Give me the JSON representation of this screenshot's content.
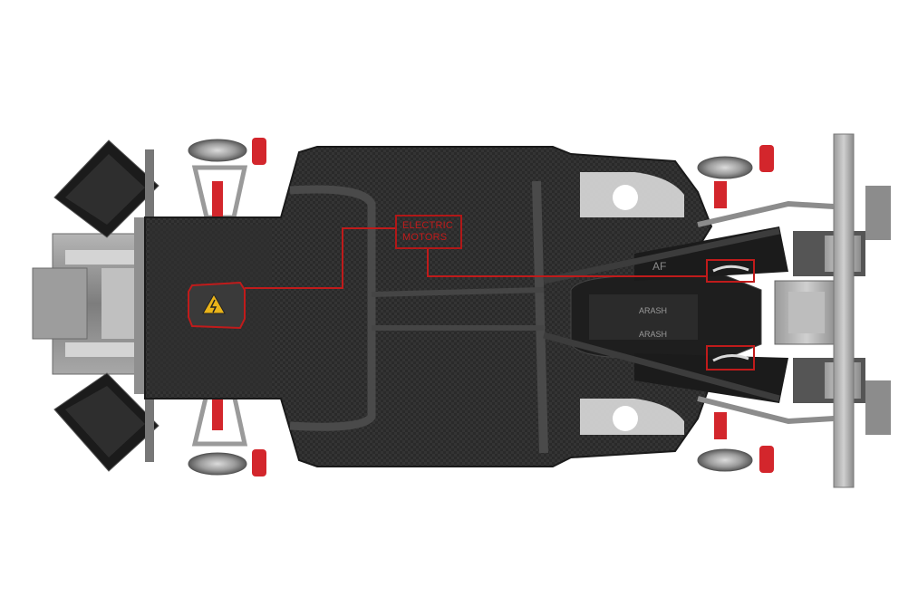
{
  "callout": {
    "line1": "ELECTRIC",
    "line2": "MOTORS"
  },
  "branding": {
    "engine_cover_text": "ARASH",
    "rear_wing_text": "AF"
  },
  "colors": {
    "background": "#ffffff",
    "carbon": "#2b2b2b",
    "carbon_light": "#3a3a3a",
    "aluminium": "#8c8c8c",
    "highlight_red": "#c01b1b",
    "caliper_red": "#d3262c"
  },
  "icons": {
    "warning": "high-voltage-warning-icon"
  }
}
